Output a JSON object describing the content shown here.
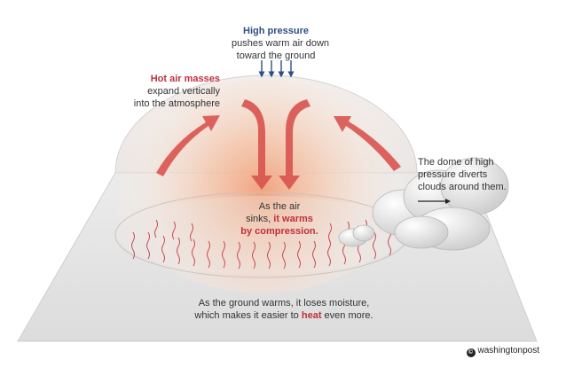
{
  "labels": {
    "high_pressure_title": "High pressure",
    "high_pressure_line1": "pushes warm air down",
    "high_pressure_line2": "toward the ground",
    "hot_air_title": "Hot air masses",
    "hot_air_line1": "expand vertically",
    "hot_air_line2": "into the atmosphere",
    "sinks_line1": "As the air",
    "sinks_line2a": "sinks, ",
    "sinks_line2b": "it warms",
    "sinks_line3": "by compression.",
    "dome_line1": "The dome of high",
    "dome_line2": "pressure diverts",
    "dome_line3": "clouds around them.",
    "ground_line1": "As the ground warms, it loses moisture,",
    "ground_line2a": "which makes it easier to ",
    "ground_line2b": "heat",
    "ground_line2c": " even more."
  },
  "credit": {
    "logo_glyph": "©",
    "text": "washingtonpost"
  },
  "colors": {
    "accent_red": "#c0303c",
    "accent_blue": "#2c4f86",
    "arrow_red": "#d9534f",
    "heat_core": "#f2a07a"
  }
}
